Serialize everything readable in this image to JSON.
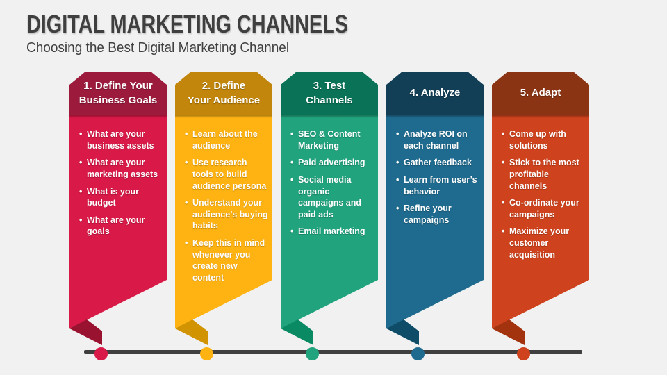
{
  "slide": {
    "title": "DIGITAL MARKETING CHANNELS",
    "subtitle": "Choosing the Best Digital Marketing Channel",
    "background_color": "#F1F1F2",
    "title_color": "#3F3F3F",
    "timeline_color": "#3F3F3F"
  },
  "columns": [
    {
      "step": "1",
      "header": "1. Define Your\nBusiness Goals",
      "header_color": "#9C1B3D",
      "body_color": "#D91947",
      "fold_color": "#99122F",
      "dot_color": "#D91947",
      "bullets": [
        "What are your business assets",
        "What are your marketing assets",
        "What is your budget",
        "What are your goals"
      ]
    },
    {
      "step": "2",
      "header": "2. Define\nYour Audience",
      "header_color": "#C1860B",
      "body_color": "#FEB313",
      "fold_color": "#D19400",
      "dot_color": "#FEB313",
      "bullets": [
        "Learn about the audience",
        "Use research tools to build audience persona",
        "Understand your audience’s buying habits",
        "Keep this in mind whenever you create new content"
      ]
    },
    {
      "step": "3",
      "header": "3. Test\nChannels",
      "header_color": "#097257",
      "body_color": "#21A47E",
      "fold_color": "#0A8A63",
      "dot_color": "#21A47E",
      "bullets": [
        "SEO & Content Marketing",
        "Paid advertising",
        "Social media organic campaigns and paid ads",
        "Email marketing"
      ]
    },
    {
      "step": "4",
      "header": "4. Analyze",
      "header_color": "#123F56",
      "body_color": "#1F6B8F",
      "fold_color": "#0E4C67",
      "dot_color": "#1F6B8F",
      "bullets": [
        "Analyze ROI on each channel",
        "Gather feedback",
        "Learn from user’s behavior",
        "Refine your campaigns"
      ]
    },
    {
      "step": "5",
      "header": "5. Adapt",
      "header_color": "#8B3413",
      "body_color": "#CE431D",
      "fold_color": "#A2330E",
      "dot_color": "#CE431D",
      "bullets": [
        "Come up with solutions",
        "Stick to the most profitable channels",
        "Co-ordinate your campaigns",
        "Maximize your customer acquisition"
      ]
    }
  ]
}
